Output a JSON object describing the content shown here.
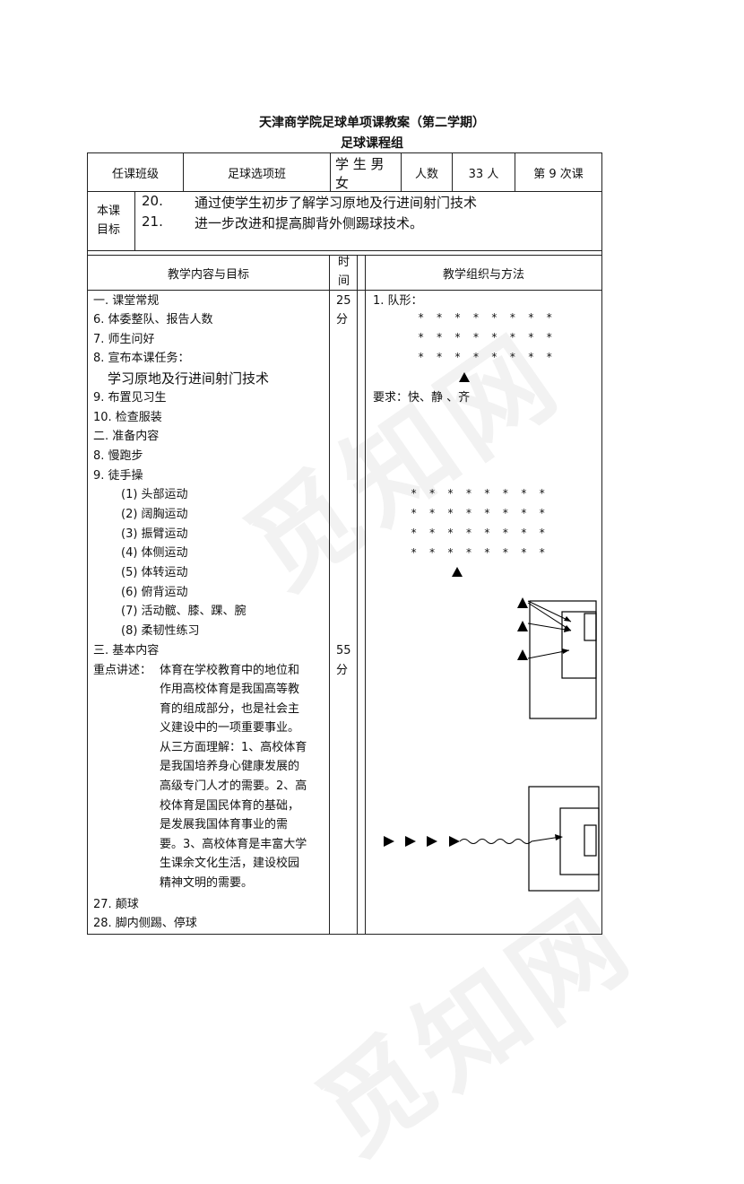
{
  "header": {
    "title": "天津商学院足球单项课教案（第二学期）",
    "subtitle": "足球课程组"
  },
  "info_row": {
    "label_class": "任课班级",
    "class_name": "足球选项班",
    "student_gender_1": "学 生 男",
    "student_gender_2": "女",
    "count_label": "人数",
    "count_value": "33 人",
    "lesson_no": "第 9 次课"
  },
  "goals": {
    "label_1": "本课",
    "label_2": "目标",
    "items": [
      {
        "num": "20.",
        "text": "通过使学生初步了解学习原地及行进间射门技术"
      },
      {
        "num": "21.",
        "text": "进一步改进和提高脚背外侧踢球技术。"
      }
    ]
  },
  "col_headers": {
    "content": "教学内容与目标",
    "time_1": "时",
    "time_2": "间",
    "method": "教学组织与方法"
  },
  "content": {
    "lines": [
      "一. 课堂常规",
      "6.  体委整队、报告人数",
      "7.  师生问好",
      "8.  宣布本课任务：",
      "9.  布置见习生",
      "10.        检查服装",
      "二. 准备内容",
      "8.  慢跑步",
      "9.  徒手操"
    ],
    "task": "学习原地及行进间射门技术",
    "exercises": [
      "(1) 头部运动",
      "(2) 阔胸运动",
      "(3) 振臂运动",
      "(4) 体侧运动",
      "(5) 体转运动",
      "(6) 俯背运动",
      "(7) 活动髋、膝、踝、腕",
      "(8) 柔韧性练习"
    ],
    "basic_title": "三. 基本内容",
    "focus_label": "重点讲述：",
    "focus_first": "体育在学校教育中的地位和",
    "focus_lines": [
      "作用高校体育是我国高等教",
      "育的组成部分，也是社会主",
      "义建设中的一项重要事业。",
      "从三方面理解：1、高校体育",
      "是我国培养身心健康发展的",
      "高级专门人才的需要。2、高",
      "校体育是国民体育的基础，",
      "是发展我国体育事业的需",
      "要。3、高校体育是丰富大学",
      "生课余文化生活，建设校园",
      "精神文明的需要。"
    ],
    "end_lines": [
      "27.        颠球",
      "28.        脚内侧踢、停球"
    ]
  },
  "time": {
    "first_min": "25",
    "first_unit": "分",
    "second_min": "55",
    "second_unit": "分"
  },
  "method": {
    "formation_label": "1. 队形：",
    "star_row": "* * * * * * * *",
    "requirement": "要求：快、静 、齐"
  },
  "watermark": "觅知网"
}
